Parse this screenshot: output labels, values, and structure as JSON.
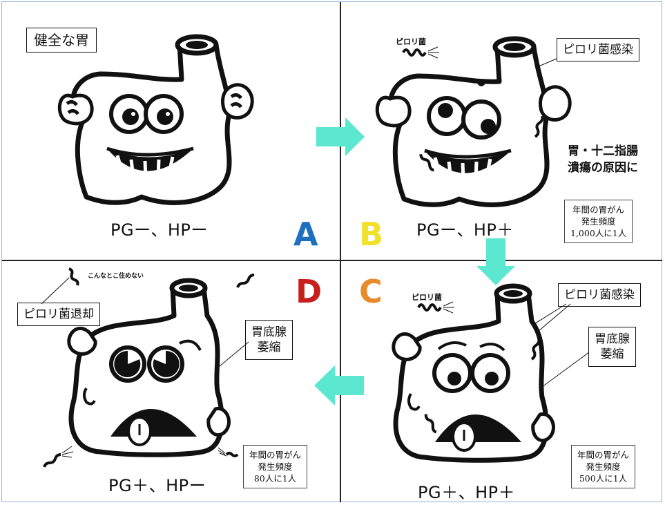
{
  "colors": {
    "arrow": "#5ce8d0",
    "letter_a": "#1f6fc0",
    "letter_b": "#f2e12a",
    "letter_c": "#e88b2a",
    "letter_d": "#c81e1e",
    "frame": "#8fb3d9"
  },
  "quadrant_a": {
    "title": "健全な胃",
    "status": "PGー、HPー",
    "letter": "A"
  },
  "quadrant_b": {
    "bacteria_label": "ピロリ菌",
    "infection_label": "ピロリ菌感染",
    "ulcer_line1": "胃・十二指腸",
    "ulcer_line2": "潰瘍の原因に",
    "status": "PGー、HP＋",
    "letter": "B",
    "freq_line1": "年間の胃がん",
    "freq_line2": "発生頻度",
    "freq_line3": "1,000人に1人"
  },
  "quadrant_c": {
    "bacteria_label": "ピロリ菌",
    "infection_label": "ピロリ菌感染",
    "atrophy_line1": "胃底腺",
    "atrophy_line2": "萎縮",
    "status": "PG＋、HP＋",
    "letter": "C",
    "freq_line1": "年間の胃がん",
    "freq_line2": "発生頻度",
    "freq_line3": "500人に1人"
  },
  "quadrant_d": {
    "speech_label": "こんなとこ住めない",
    "removal_label": "ピロリ菌退却",
    "atrophy_line1": "胃底腺",
    "atrophy_line2": "萎縮",
    "status": "PG＋、HPー",
    "letter": "D",
    "freq_line1": "年間の胃がん",
    "freq_line2": "発生頻度",
    "freq_line3": "80人に1人"
  }
}
